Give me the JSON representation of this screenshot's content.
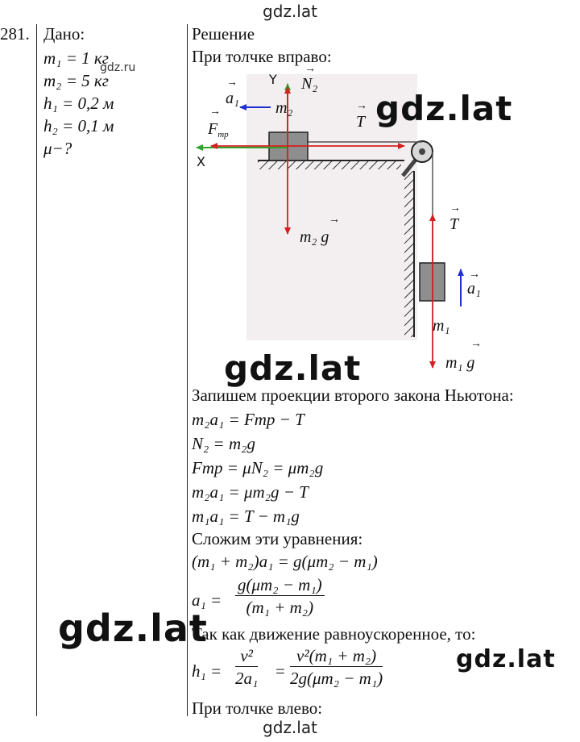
{
  "watermarks": {
    "top": "gdz.lat",
    "bottom": "gdz.lat",
    "diagram": "gdz.lat",
    "middle": "gdz.lat",
    "left_big": "gdz.lat",
    "right_small": "gdz.lat",
    "tiny": "gdz.ru"
  },
  "problem_number": "281.",
  "given": {
    "title": "Дано:",
    "lines": [
      "m₁ = 1 кг",
      "m₂ = 5 кг",
      "h₁ = 0,2 м",
      "h₂ = 0,1 м",
      "μ−?"
    ]
  },
  "solution": {
    "title": "Решение",
    "push_right": "При толчке вправо:",
    "newton_intro": "Запишем проекции второго закона Ньютона:",
    "eq1": "m₂a₁ = Fтр − T",
    "eq2": "N₂ = m₂g",
    "eq3": "Fтр = μN₂ = μm₂g",
    "eq4": "m₂a₁ = μm₂g − T",
    "eq5": "m₁a₁ = T − m₁g",
    "add_text": "Сложим эти уравнения:",
    "eq6": "(m₁ + m₂)a₁ = g(μm₂ − m₁)",
    "a1_lhs": "a₁ =",
    "a1_num": "g(μm₂ − m₁)",
    "a1_den": "(m₁ + m₂)",
    "uniform_text": "Так как движение равноускоренное, то:",
    "h1_lhs": "h₁ =",
    "h1_f1_num": "v²",
    "h1_f1_den": "2a₁",
    "h1_eq": "=",
    "h1_f2_num": "v²(m₁ + m₂)",
    "h1_f2_den": "2g(μm₂ − m₁)",
    "push_left": "При толчке влево:"
  },
  "diagram": {
    "labels": {
      "a1_top": "a₁",
      "m2": "m₂",
      "Y": "Y",
      "N2": "N₂",
      "T_top": "T",
      "Ftr": "F",
      "Ftr_sub": "тр",
      "X": "X",
      "m2g": "m₂ g",
      "T_right": "T",
      "a1_right": "a₁",
      "m1": "m₁",
      "m1g": "m₁ g"
    },
    "colors": {
      "red": "#d42020",
      "green": "#2aa52a",
      "blue": "#1f2fd0",
      "block": "#8e8e8e",
      "background": "#f3eff0"
    }
  }
}
